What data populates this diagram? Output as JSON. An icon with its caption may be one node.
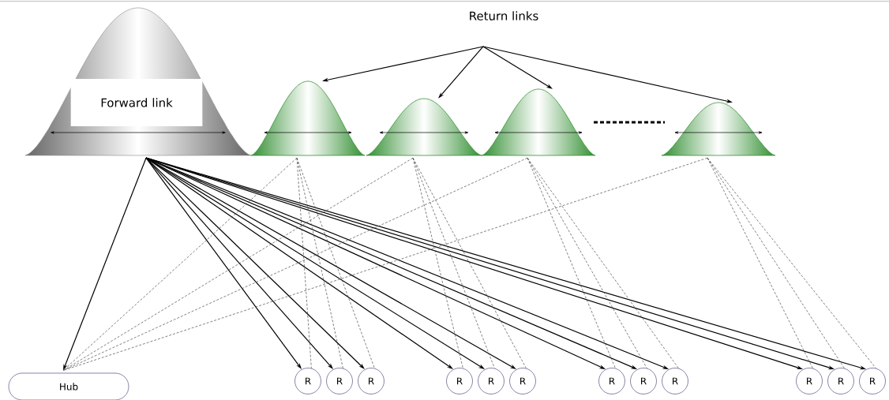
{
  "diagram": {
    "nodes": [
      {
        "text": [
          "Forward link"
        ]
      },
      {
        "text": [
          "Return links"
        ]
      },
      {
        "text": [],
        "shape": "bell"
      },
      {
        "text": [],
        "shape": "bell"
      },
      {
        "text": [],
        "shape": "bell"
      },
      {
        "text": [],
        "shape": "bell"
      },
      {
        "text": [
          "Hub"
        ]
      },
      {
        "text": [
          "R"
        ]
      },
      {
        "text": [
          "R"
        ]
      },
      {
        "text": [
          "R"
        ]
      },
      {
        "text": [
          "R"
        ]
      },
      {
        "text": [
          "R"
        ]
      },
      {
        "text": [
          "R"
        ]
      },
      {
        "text": [
          "R"
        ]
      },
      {
        "text": [
          "R"
        ]
      },
      {
        "text": [
          "R"
        ]
      },
      {
        "text": [
          "R"
        ]
      },
      {
        "text": [
          "R"
        ]
      },
      {
        "text": [
          "R"
        ]
      }
    ],
    "edges": [
      {
        "from": 1,
        "to": 2,
        "arrow": "to"
      },
      {
        "from": 1,
        "to": 3,
        "arrow": "to"
      },
      {
        "from": 1,
        "to": 4,
        "arrow": "to"
      },
      {
        "from": 1,
        "to": 5,
        "arrow": "to"
      },
      {
        "from": 0,
        "to": 6,
        "arrow": "to"
      },
      {
        "from": 0,
        "to": 7,
        "arrow": "to"
      },
      {
        "from": 0,
        "to": 8,
        "arrow": "to"
      },
      {
        "from": 0,
        "to": 9,
        "arrow": "to"
      },
      {
        "from": 0,
        "to": 10,
        "arrow": "to"
      },
      {
        "from": 0,
        "to": 11,
        "arrow": "to"
      },
      {
        "from": 0,
        "to": 12,
        "arrow": "to"
      },
      {
        "from": 0,
        "to": 13,
        "arrow": "to"
      },
      {
        "from": 0,
        "to": 14,
        "arrow": "to"
      },
      {
        "from": 0,
        "to": 15,
        "arrow": "to"
      },
      {
        "from": 0,
        "to": 16,
        "arrow": "to"
      },
      {
        "from": 0,
        "to": 17,
        "arrow": "to"
      },
      {
        "from": 0,
        "to": 18,
        "arrow": "to"
      },
      {
        "from": 2,
        "to": 6,
        "arrow": "none",
        "style": "dashed"
      },
      {
        "from": 3,
        "to": 6,
        "arrow": "none",
        "style": "dashed"
      },
      {
        "from": 4,
        "to": 6,
        "arrow": "none",
        "style": "dashed"
      },
      {
        "from": 5,
        "to": 6,
        "arrow": "none",
        "style": "dashed"
      },
      {
        "from": 2,
        "to": 7,
        "arrow": "none",
        "style": "dashed"
      },
      {
        "from": 2,
        "to": 8,
        "arrow": "none",
        "style": "dashed"
      },
      {
        "from": 2,
        "to": 9,
        "arrow": "none",
        "style": "dashed"
      },
      {
        "from": 3,
        "to": 10,
        "arrow": "none",
        "style": "dashed"
      },
      {
        "from": 3,
        "to": 11,
        "arrow": "none",
        "style": "dashed"
      },
      {
        "from": 3,
        "to": 12,
        "arrow": "none",
        "style": "dashed"
      },
      {
        "from": 4,
        "to": 13,
        "arrow": "none",
        "style": "dashed"
      },
      {
        "from": 4,
        "to": 14,
        "arrow": "none",
        "style": "dashed"
      },
      {
        "from": 4,
        "to": 15,
        "arrow": "none",
        "style": "dashed"
      },
      {
        "from": 5,
        "to": 16,
        "arrow": "none",
        "style": "dashed"
      },
      {
        "from": 5,
        "to": 17,
        "arrow": "none",
        "style": "dashed"
      },
      {
        "from": 5,
        "to": 18,
        "arrow": "none",
        "style": "dashed"
      }
    ]
  }
}
